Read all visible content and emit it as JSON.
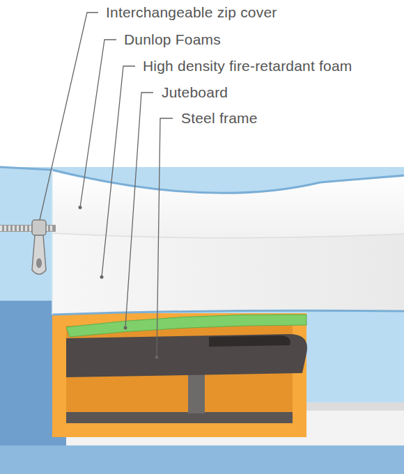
{
  "diagram": {
    "labels": [
      "Interchangeable zip cover",
      "Dunlop Foams",
      "High density fire-retardant foam",
      "Juteboard",
      "Steel frame"
    ]
  }
}
